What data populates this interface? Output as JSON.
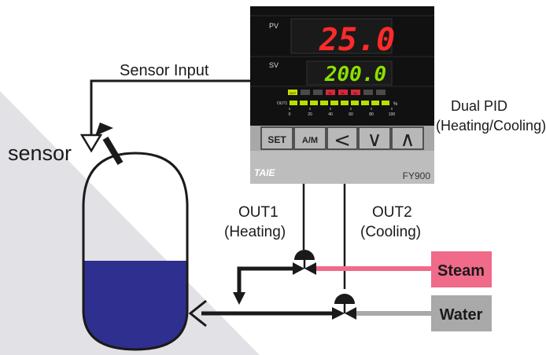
{
  "labels": {
    "sensor_input": "Sensor Input",
    "sensor": "sensor",
    "dual_pid_line1": "Dual PID",
    "dual_pid_line2": "(Heating/Cooling)",
    "out1_line1": "OUT1",
    "out1_line2": "(Heating)",
    "out2_line1": "OUT2",
    "out2_line2": "(Cooling)"
  },
  "controller": {
    "pv_label": "PV",
    "pv_value": "25.0",
    "sv_label": "SV",
    "sv_value": "200.0",
    "indicators": [
      "OUT",
      "",
      "",
      "AL",
      "AL",
      "AL",
      "",
      ""
    ],
    "out1_bar_label": "OUT1",
    "out1_percent_symbol": "%",
    "out1_scale": [
      "0",
      "20",
      "40",
      "60",
      "80",
      "100"
    ],
    "out1_level_fraction": 1.0,
    "buttons": {
      "set": "SET",
      "am": "A/M",
      "left": "<",
      "down": "∨",
      "up": "∧"
    },
    "brand": "TAIE",
    "model": "FY900"
  },
  "supplies": {
    "steam_label": "Steam",
    "water_label": "Water"
  },
  "colors": {
    "pv_digits": "#ff2a2a",
    "sv_digits": "#8be000",
    "steam": "#f06a8a",
    "water": "#a9a9a9",
    "tank_liquid": "#2f2f8f",
    "controller_body": "#bdbdbd",
    "display_bg": "#111111"
  }
}
